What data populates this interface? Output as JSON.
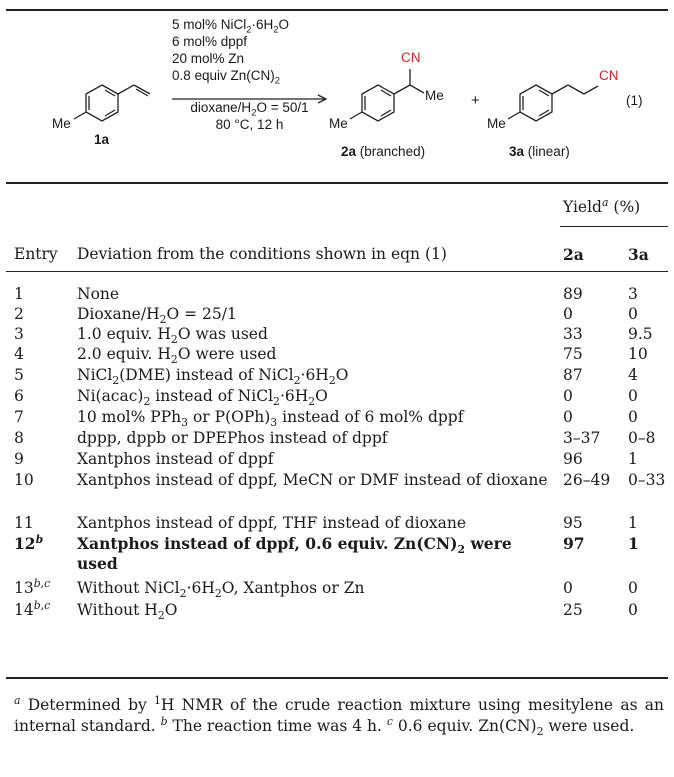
{
  "scheme": {
    "conditions_top": [
      "5 mol% NiCl2·6H2O",
      "6 mol% dppf",
      "20 mol% Zn",
      "0.8 equiv Zn(CN)2"
    ],
    "conditions_bottom": [
      "dioxane/H2O = 50/1",
      "80 °C, 12 h"
    ],
    "substrate_label": "1a",
    "substituent_me": "Me",
    "product_branched_id": "2a",
    "product_branched_desc": "(branched)",
    "product_linear_id": "3a",
    "product_linear_desc": "(linear)",
    "cn_group": "CN",
    "plus": "+",
    "equation_number": "(1)"
  },
  "table": {
    "yield_header": "Yield",
    "yield_unit": "(%)",
    "col_entry": "Entry",
    "col_deviation": "Deviation from the conditions shown in eqn (1)",
    "col_2a": "2a",
    "col_3a": "3a",
    "rows": [
      {
        "entry": "1",
        "sup": "",
        "deviation": "None",
        "y2a": "89",
        "y3a": "3"
      },
      {
        "entry": "2",
        "sup": "",
        "deviation": "Dioxane/H2O = 25/1",
        "y2a": "0",
        "y3a": "0"
      },
      {
        "entry": "3",
        "sup": "",
        "deviation": "1.0 equiv. H2O was used",
        "y2a": "33",
        "y3a": "9.5"
      },
      {
        "entry": "4",
        "sup": "",
        "deviation": "2.0 equiv. H2O were used",
        "y2a": "75",
        "y3a": "10"
      },
      {
        "entry": "5",
        "sup": "",
        "deviation": "NiCl2(DME) instead of NiCl2·6H2O",
        "y2a": "87",
        "y3a": "4"
      },
      {
        "entry": "6",
        "sup": "",
        "deviation": "Ni(acac)2 instead of NiCl2·6H2O",
        "y2a": "0",
        "y3a": "0"
      },
      {
        "entry": "7",
        "sup": "",
        "deviation": "10 mol% PPh3 or P(OPh)3 instead of 6 mol% dppf",
        "y2a": "0",
        "y3a": "0"
      },
      {
        "entry": "8",
        "sup": "",
        "deviation": "dppp, dppb or DPEPhos instead of dppf",
        "y2a": "3–37",
        "y3a": "0–8"
      },
      {
        "entry": "9",
        "sup": "",
        "deviation": "Xantphos instead of dppf",
        "y2a": "96",
        "y3a": "1"
      },
      {
        "entry": "10",
        "sup": "",
        "deviation": "Xantphos instead of dppf, MeCN or DMF instead of dioxane",
        "y2a": "26–49",
        "y3a": "0–33"
      },
      {
        "entry": "11",
        "sup": "",
        "deviation": "Xantphos instead of dppf, THF instead of dioxane",
        "y2a": "95",
        "y3a": "1"
      },
      {
        "entry": "12",
        "sup": "b",
        "deviation": "Xantphos instead of dppf, 0.6 equiv. Zn(CN)2 were used",
        "y2a": "97",
        "y3a": "1"
      },
      {
        "entry": "13",
        "sup": "b,c",
        "deviation": "Without NiCl2·6H2O, Xantphos or Zn",
        "y2a": "0",
        "y3a": "0"
      },
      {
        "entry": "14",
        "sup": "b,c",
        "deviation": "Without H2O",
        "y2a": "25",
        "y3a": "0"
      }
    ]
  },
  "footnotes": {
    "a_mark": "a",
    "a_text": "Determined by 1H NMR of the crude reaction mixture using mesitylene as an internal standard.",
    "b_mark": "b",
    "b_text": "The reaction time was 4 h.",
    "c_mark": "c",
    "c_text": "0.6 equiv. Zn(CN)2 were used."
  },
  "colors": {
    "cn": "#d22424",
    "text": "#1a1a1a",
    "rule": "#222222"
  }
}
